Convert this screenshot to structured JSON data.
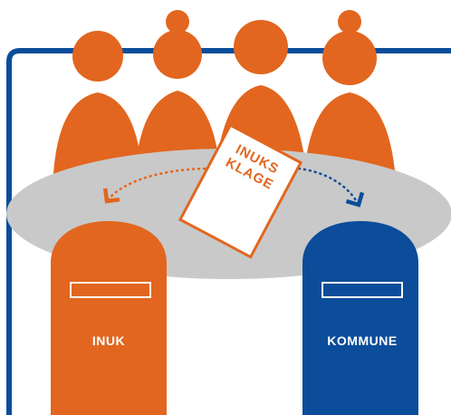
{
  "document": {
    "line1": "INUKS",
    "line2": "KLAGE"
  },
  "mailboxes": {
    "left_label": "INUK",
    "right_label": "KOMMUNE"
  },
  "colors": {
    "orange": "#e2661f",
    "blue": "#0b4d9a",
    "table_gray": "#c9c9c9",
    "frame_blue": "#0b4d9a",
    "paper": "#ffffff"
  },
  "icons": [
    "person-icon",
    "document-icon",
    "mailbox-icon",
    "arrow-icon"
  ]
}
